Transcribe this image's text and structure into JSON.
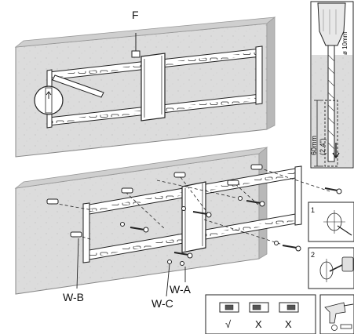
{
  "callouts": {
    "bracket_top": "F",
    "washer_b": "W-B",
    "washer_c": "W-C",
    "washer_a": "W-A"
  },
  "drill_detail": {
    "bit_diameter": "ø 10mm",
    "depth_mm": "60mm",
    "depth_in": "(2.4\")"
  },
  "steps": {
    "step1": "1",
    "step2": "2"
  },
  "level_check": {
    "ok_mark": "√",
    "bad_mark_1": "X",
    "bad_mark_2": "X"
  }
}
